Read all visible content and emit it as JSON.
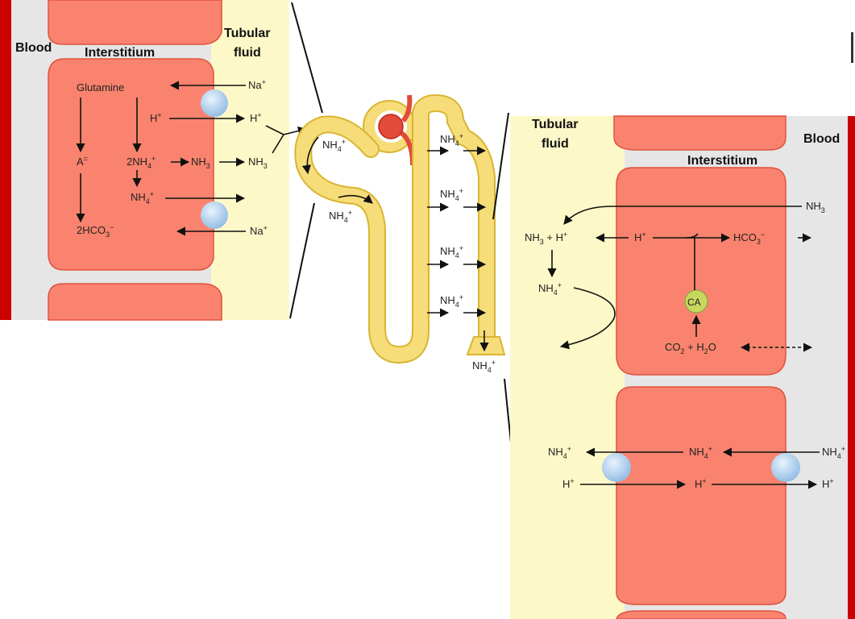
{
  "colors": {
    "blood": "#cc0000",
    "interstitium": "#e6e6e6",
    "tubular_fluid": "#fdf8c8",
    "cell": "#f9836e",
    "cell_dark": "#e0523f",
    "nephron": "#f6dd7a",
    "nephron_outline": "#d9b531",
    "glomerulus": "#e24a3a",
    "carrier": "#b9d7f2",
    "enzyme": "#c7d85e"
  },
  "left_panel": {
    "blood_label": "Blood",
    "interstitium_label": "Interstitium",
    "tubular_fluid_label_1": "Tubular",
    "tubular_fluid_label_2": "fluid",
    "glutamine": "Glutamine",
    "na_in": "Na",
    "h_cell": "H",
    "h_lumen": "H",
    "a_eq": "A",
    "two_nh4": "2NH",
    "nh3_cell": "NH",
    "nh3_lumen": "NH",
    "nh4_cell": "NH",
    "two_hco3": "2HCO",
    "na_lower": "Na"
  },
  "nephron": {
    "nh4_proximal": "NH",
    "nh4_loop": "NH",
    "nh4_collecting": [
      "NH",
      "NH",
      "NH",
      "NH"
    ],
    "nh4_urine": "NH"
  },
  "right_panel": {
    "tubular_fluid_label_1": "Tubular",
    "tubular_fluid_label_2": "fluid",
    "interstitium_label": "Interstitium",
    "blood_label": "Blood",
    "nh3_blood": "NH",
    "nh3_plus_h": "NH",
    "h_cell": "H",
    "hco3": "HCO",
    "nh4_lumen": "NH",
    "ca": "CA",
    "co2_h2o": "CO",
    "nh4_out": "NH",
    "nh4_mid": "NH",
    "nh4_in": "NH",
    "h_out": "H",
    "h_mid": "H",
    "h_in": "H"
  }
}
